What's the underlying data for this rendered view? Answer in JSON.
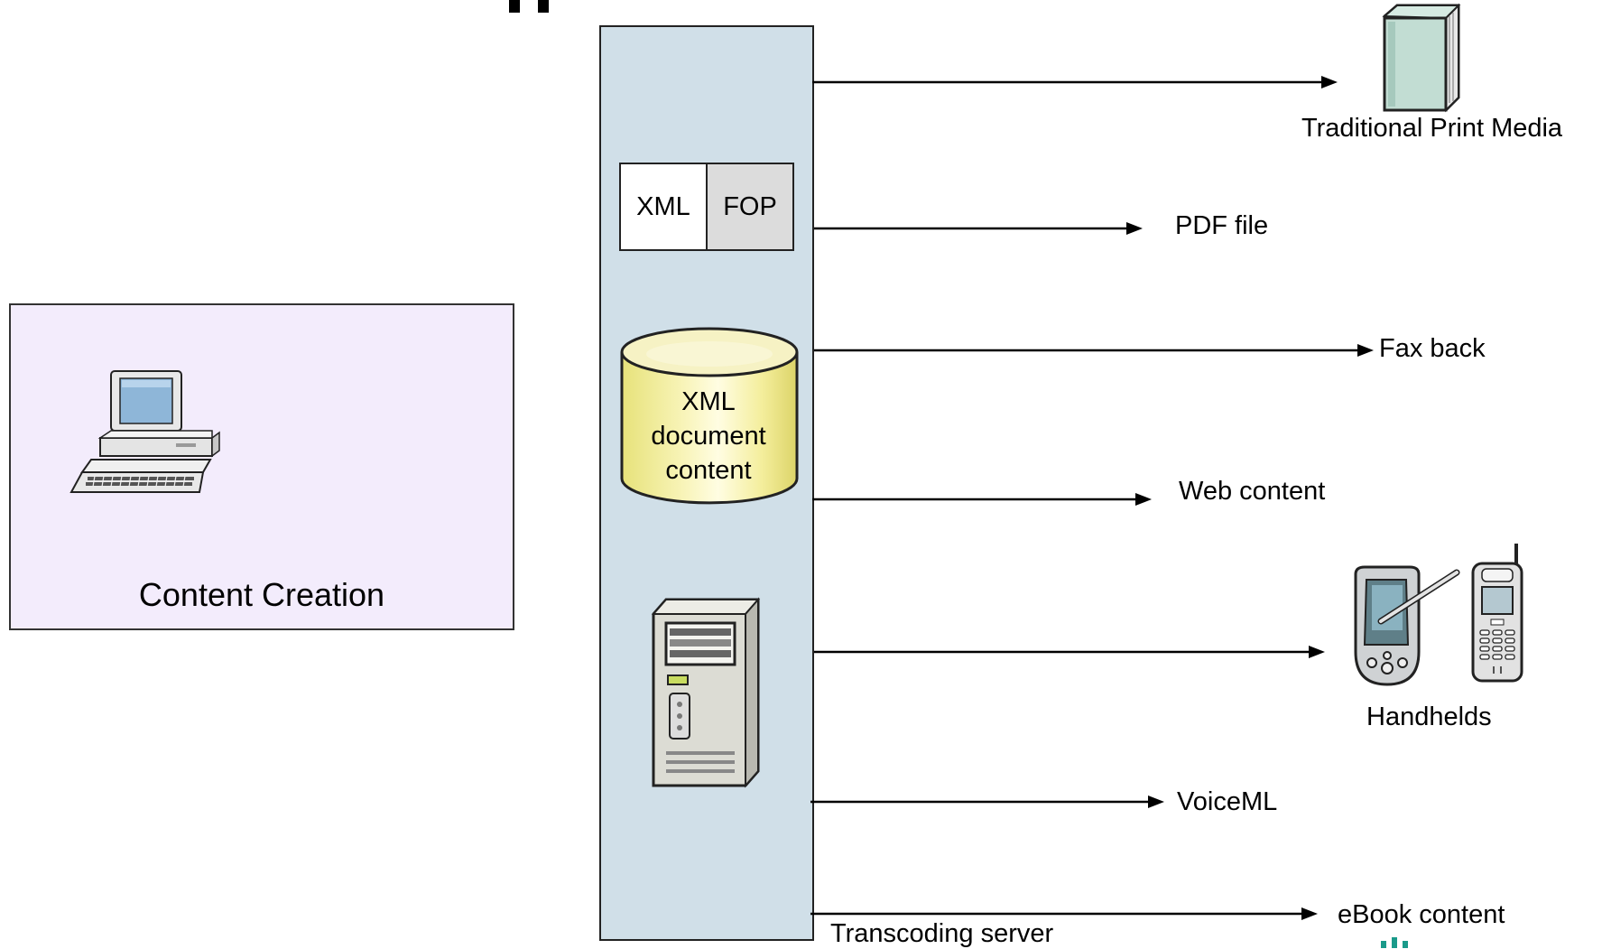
{
  "content_creation": {
    "label": "Content Creation"
  },
  "server": {
    "xml_label": "XML",
    "fop_label": "FOP",
    "database_lines": [
      "XML",
      "document",
      "content"
    ],
    "server_label": "Transcoding server"
  },
  "outputs": {
    "print": "Traditional Print Media",
    "pdf": "PDF file",
    "fax": "Fax back",
    "web": "Web content",
    "handhelds": "Handhelds",
    "voice": "VoiceML",
    "ebook": "eBook content"
  },
  "icons": {
    "computer": "desktop-computer-icon",
    "database": "database-cylinder-icon",
    "server": "tower-server-icon",
    "book": "book-icon",
    "pda": "pda-icon",
    "phone": "mobile-phone-icon"
  }
}
